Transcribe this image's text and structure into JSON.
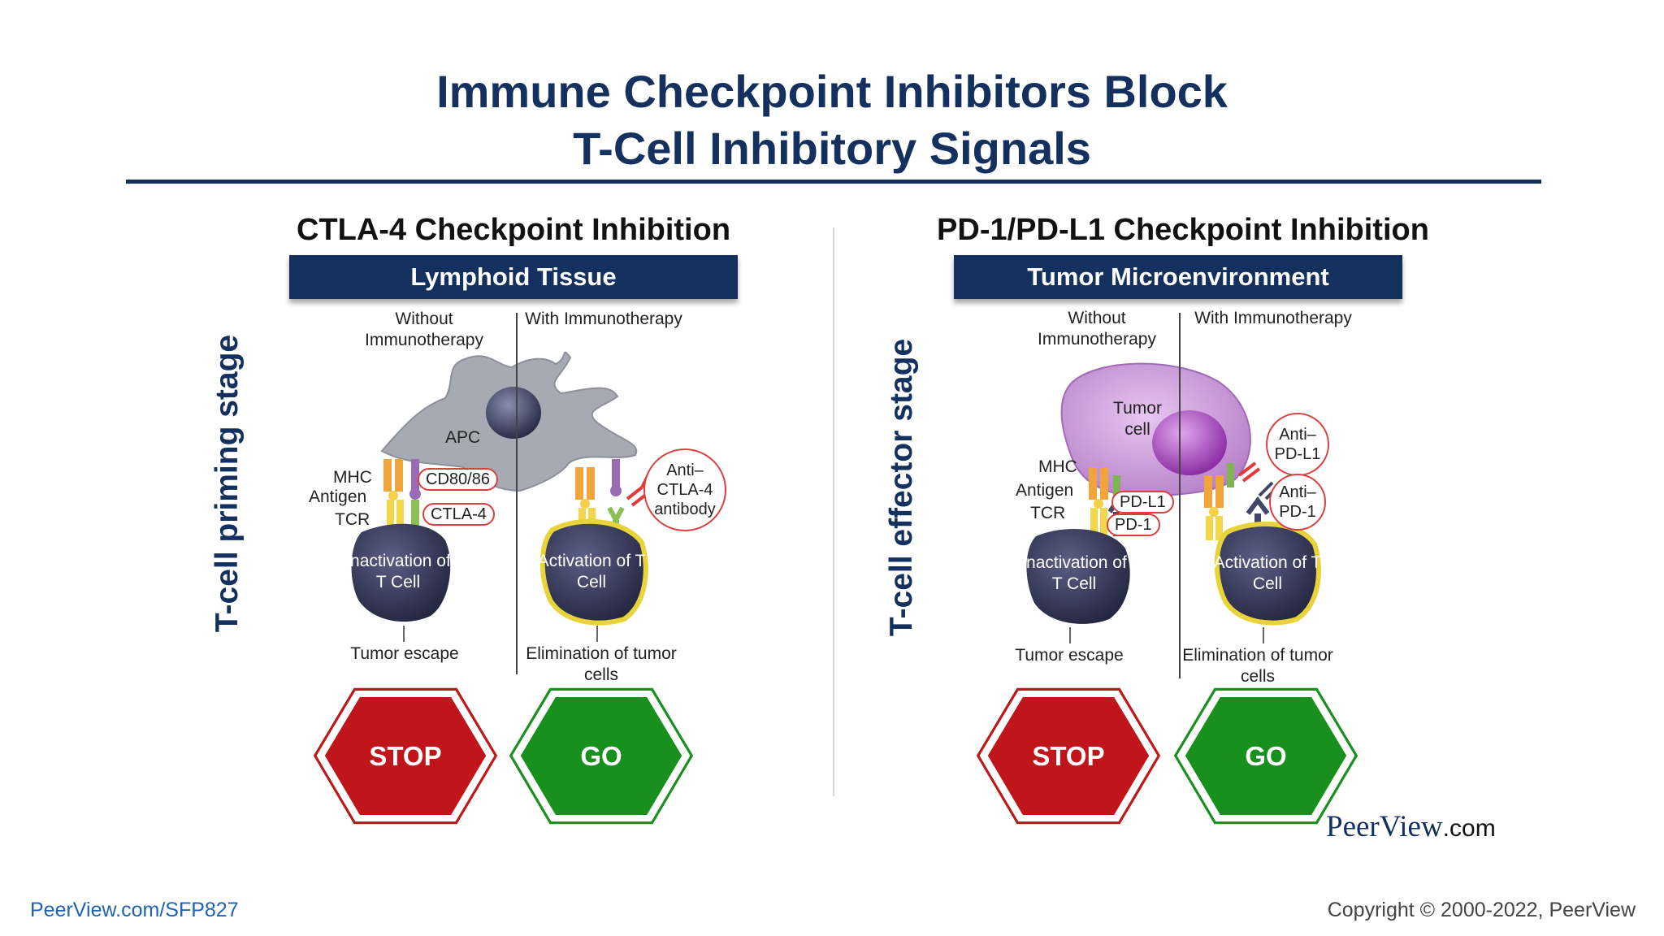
{
  "title": {
    "line1": "Immune Checkpoint Inhibitors Block",
    "line2": "T-Cell Inhibitory Signals"
  },
  "left": {
    "section_title": "CTLA-4 Checkpoint Inhibition",
    "banner": "Lymphoid Tissue",
    "stage_label": "T-cell priming stage",
    "col_without": "Without Immunotherapy",
    "col_with": "With Immunotherapy",
    "apc": "APC",
    "mhc": "MHC",
    "antigen": "Antigen",
    "tcr": "TCR",
    "cd80": "CD80/86",
    "ctla4": "CTLA-4",
    "antibody": "Anti– CTLA-4 antibody",
    "cell_inactive": "Inactivation of T Cell",
    "cell_active": "Activation of T Cell",
    "outcome_without": "Tumor escape",
    "outcome_with": "Elimination of tumor cells",
    "stop": "STOP",
    "go": "GO"
  },
  "right": {
    "section_title": "PD-1/PD-L1 Checkpoint Inhibition",
    "banner": "Tumor Microenvironment",
    "stage_label": "T-cell effector stage",
    "col_without": "Without Immunotherapy",
    "col_with": "With Immunotherapy",
    "tumor": "Tumor cell",
    "mhc": "MHC",
    "antigen": "Antigen",
    "tcr": "TCR",
    "pdl1": "PD-L1",
    "pd1": "PD-1",
    "anti_pdl1": "Anti– PD-L1",
    "anti_pd1": "Anti– PD-1",
    "cell_inactive": "Inactivation of T Cell",
    "cell_active": "Activation of T Cell",
    "outcome_without": "Tumor escape",
    "outcome_with": "Elimination of tumor cells",
    "stop": "STOP",
    "go": "GO"
  },
  "footer": {
    "url": "PeerView.com/SFP827",
    "copyright": "Copyright © 2000-2022, PeerView",
    "logo_main": "PeerView",
    "logo_suffix": ".com"
  },
  "colors": {
    "navy": "#14305f",
    "stop_red": "#c0161b",
    "go_green": "#17901e",
    "cell_dark": "#2d3050",
    "apc_gray": "#a8aab3",
    "tumor_purple": "#c089d3",
    "callout_red": "#d94040",
    "active_glow": "#e8d33a"
  }
}
